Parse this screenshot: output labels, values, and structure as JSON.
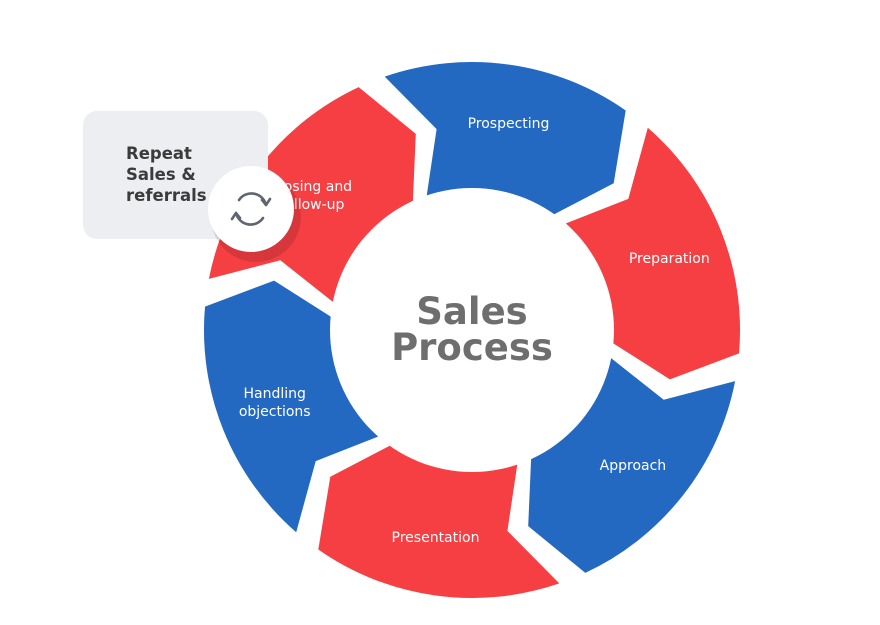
{
  "center": {
    "line1": "Sales",
    "line2": "Process"
  },
  "segments": [
    {
      "id": "prospecting",
      "lines": [
        "Prospecting"
      ],
      "color": "#2469c1"
    },
    {
      "id": "preparation",
      "lines": [
        "Preparation"
      ],
      "color": "#f53f43"
    },
    {
      "id": "approach",
      "lines": [
        "Approach"
      ],
      "color": "#2469c1"
    },
    {
      "id": "presentation",
      "lines": [
        "Presentation"
      ],
      "color": "#f53f43"
    },
    {
      "id": "handling-objections",
      "lines": [
        "Handling",
        "objections"
      ],
      "color": "#2469c1"
    },
    {
      "id": "closing",
      "lines": [
        "Closing and",
        "Follow-up"
      ],
      "color": "#f53f43"
    }
  ],
  "repeat": {
    "lines": [
      "Repeat",
      "Sales &",
      "referrals"
    ],
    "icon": "refresh-cycle-icon",
    "card_color": "#eceef1",
    "icon_color": "#5f6670"
  },
  "colors": {
    "blue": "#2469c1",
    "red": "#f53f43",
    "title": "#6e6e6e"
  }
}
